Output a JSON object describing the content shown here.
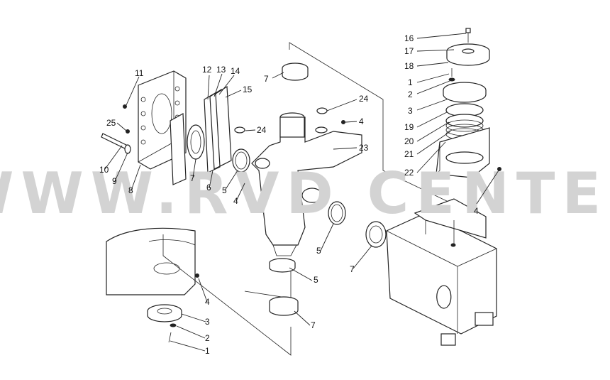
{
  "watermark": "WWW.RVD CENTER",
  "callouts": [
    {
      "id": "c1",
      "label": "16"
    },
    {
      "id": "c2",
      "label": "17"
    },
    {
      "id": "c3",
      "label": "18"
    },
    {
      "id": "c4",
      "label": "1"
    },
    {
      "id": "c5",
      "label": "2"
    },
    {
      "id": "c6",
      "label": "3"
    },
    {
      "id": "c7",
      "label": "19"
    },
    {
      "id": "c8",
      "label": "20"
    },
    {
      "id": "c9",
      "label": "21"
    },
    {
      "id": "c10",
      "label": "22"
    },
    {
      "id": "c11",
      "label": "11"
    },
    {
      "id": "c12",
      "label": "12"
    },
    {
      "id": "c13",
      "label": "13"
    },
    {
      "id": "c14",
      "label": "14"
    },
    {
      "id": "c15",
      "label": "15"
    },
    {
      "id": "c16",
      "label": "7"
    },
    {
      "id": "c17",
      "label": "24"
    },
    {
      "id": "c18",
      "label": "4"
    },
    {
      "id": "c19",
      "label": "24"
    },
    {
      "id": "c20",
      "label": "23"
    },
    {
      "id": "c21",
      "label": "25"
    },
    {
      "id": "c22",
      "label": "10"
    },
    {
      "id": "c23",
      "label": "9"
    },
    {
      "id": "c24",
      "label": "8"
    },
    {
      "id": "c25",
      "label": "7"
    },
    {
      "id": "c26",
      "label": "6"
    },
    {
      "id": "c27",
      "label": "5"
    },
    {
      "id": "c28",
      "label": "4"
    },
    {
      "id": "c29",
      "label": "4"
    },
    {
      "id": "c30",
      "label": "5"
    },
    {
      "id": "c31",
      "label": "7"
    },
    {
      "id": "c32",
      "label": "5"
    },
    {
      "id": "c33",
      "label": "4"
    },
    {
      "id": "c34",
      "label": "3"
    },
    {
      "id": "c35",
      "label": "2"
    },
    {
      "id": "c36",
      "label": "1"
    },
    {
      "id": "c37",
      "label": "7"
    }
  ]
}
